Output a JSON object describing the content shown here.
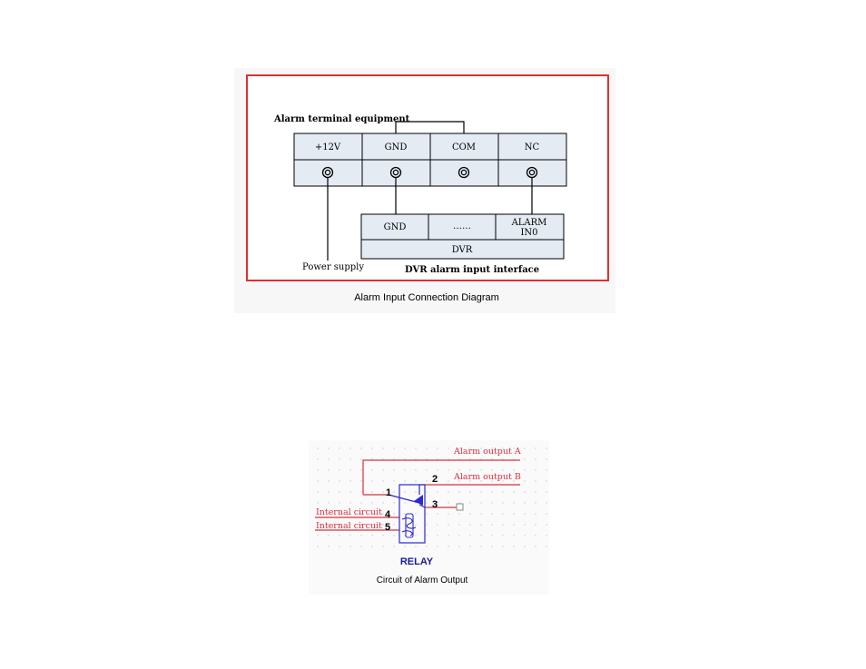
{
  "input_diagram": {
    "equipment_label": "Alarm terminal equipment",
    "terminals": [
      "+12V",
      "GND",
      "COM",
      "NC"
    ],
    "dvr_terminals": [
      "GND",
      "……",
      "ALARM",
      "IN0"
    ],
    "dvr_label": "DVR",
    "power_supply_label": "Power supply",
    "interface_label": "DVR alarm input interface",
    "caption": "Alarm Input Connection Diagram",
    "frame_color": "#e03030"
  },
  "output_diagram": {
    "output_a": "Alarm output A",
    "output_b": "Alarm output B",
    "internal_1": "Internal circuit",
    "internal_2": "Internal circuit",
    "pins": [
      "1",
      "2",
      "3",
      "4",
      "5"
    ],
    "relay_label": "RELAY",
    "caption": "Circuit of Alarm Output",
    "line_color": "#d83040",
    "relay_color": "#2a2ad0"
  }
}
